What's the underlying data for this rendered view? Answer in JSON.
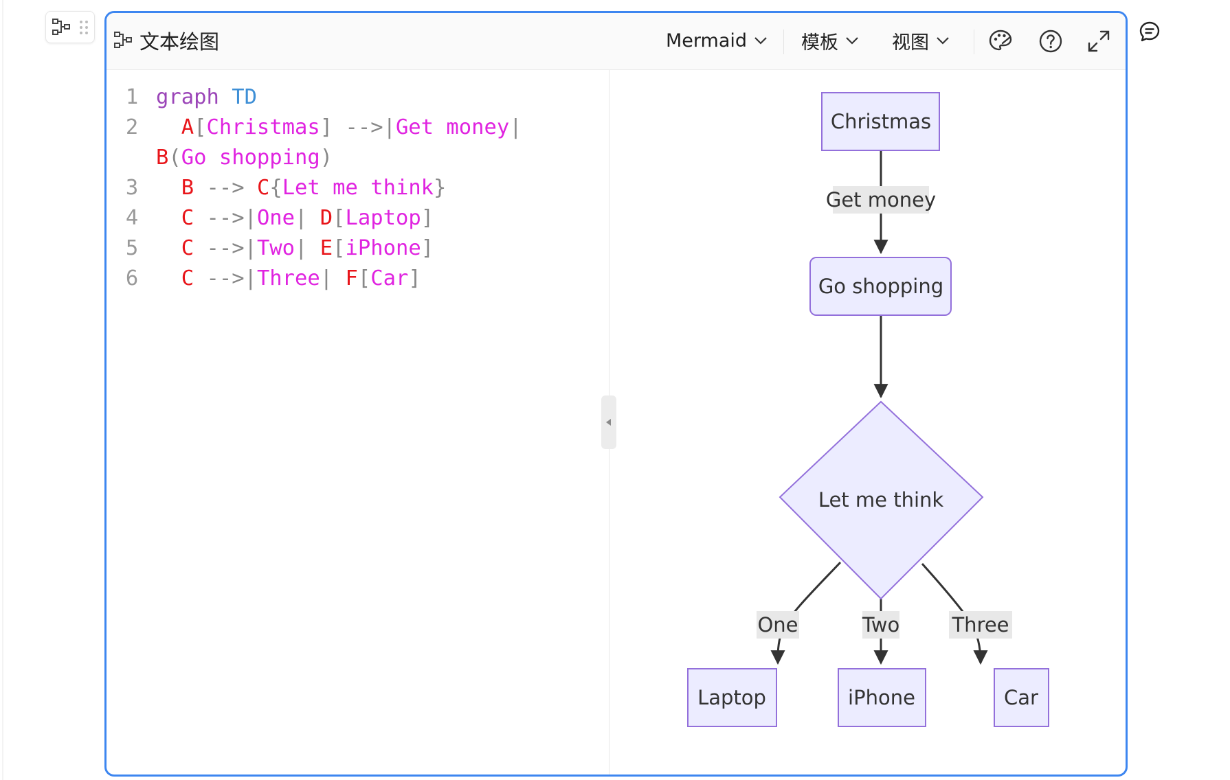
{
  "toolbar": {
    "title": "文本绘图",
    "engine_label": "Mermaid",
    "template_label": "模板",
    "view_label": "视图"
  },
  "editor": {
    "line_numbers": [
      "1",
      "2",
      "3",
      "4",
      "5",
      "6"
    ],
    "lines": [
      [
        [
          "graph",
          "kw"
        ],
        [
          " ",
          "op"
        ],
        [
          "TD",
          "dir"
        ]
      ],
      [
        [
          "  ",
          "op"
        ],
        [
          "A",
          "id"
        ],
        [
          "[",
          "op"
        ],
        [
          "Christmas",
          "txt"
        ],
        [
          "] -->|",
          "op"
        ],
        [
          "Get money",
          "txt"
        ],
        [
          "|",
          "op"
        ]
      ],
      [
        [
          "B",
          "id"
        ],
        [
          "(",
          "op"
        ],
        [
          "Go shopping",
          "txt"
        ],
        [
          ")",
          "op"
        ]
      ],
      [
        [
          "  ",
          "op"
        ],
        [
          "B",
          "id"
        ],
        [
          " --> ",
          "op"
        ],
        [
          "C",
          "id"
        ],
        [
          "{",
          "op"
        ],
        [
          "Let me think",
          "txt"
        ],
        [
          "}",
          "op"
        ]
      ],
      [
        [
          "  ",
          "op"
        ],
        [
          "C",
          "id"
        ],
        [
          " -->|",
          "op"
        ],
        [
          "One",
          "txt"
        ],
        [
          "| ",
          "op"
        ],
        [
          "D",
          "id"
        ],
        [
          "[",
          "op"
        ],
        [
          "Laptop",
          "txt"
        ],
        [
          "]",
          "op"
        ]
      ],
      [
        [
          "  ",
          "op"
        ],
        [
          "C",
          "id"
        ],
        [
          " -->|",
          "op"
        ],
        [
          "Two",
          "txt"
        ],
        [
          "| ",
          "op"
        ],
        [
          "E",
          "id"
        ],
        [
          "[",
          "op"
        ],
        [
          "iPhone",
          "txt"
        ],
        [
          "]",
          "op"
        ]
      ],
      [
        [
          "  ",
          "op"
        ],
        [
          "C",
          "id"
        ],
        [
          " -->|",
          "op"
        ],
        [
          "Three",
          "txt"
        ],
        [
          "| ",
          "op"
        ],
        [
          "F",
          "id"
        ],
        [
          "[",
          "op"
        ],
        [
          "Car",
          "txt"
        ],
        [
          "]",
          "op"
        ]
      ]
    ]
  },
  "diagram": {
    "nodes": {
      "A": "Christmas",
      "B": "Go shopping",
      "C": "Let me think",
      "D": "Laptop",
      "E": "iPhone",
      "F": "Car"
    },
    "edge_labels": {
      "AB": "Get money",
      "CD": "One",
      "CE": "Two",
      "CF": "Three"
    }
  },
  "colors": {
    "accent_border": "#3d86f0",
    "node_fill": "#ececff",
    "node_stroke": "#9370db",
    "edge": "#333333",
    "edge_label_bg": "#e8e8e8"
  }
}
